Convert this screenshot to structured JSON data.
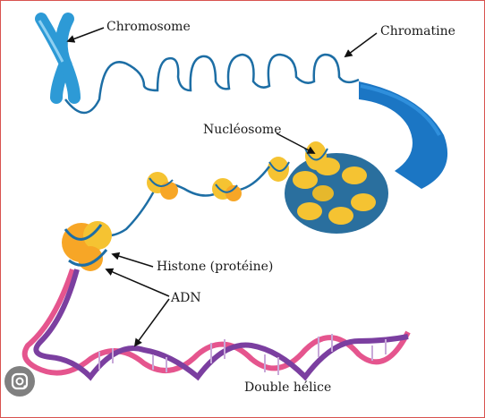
{
  "labels": {
    "chromosome": "Chromosome",
    "chromatine": "Chromatine",
    "nucleosome": "Nucléosome",
    "histone": "Histone (protéine)",
    "adn": "ADN",
    "double_helice": "Double hélice"
  },
  "colors": {
    "chromosome": "#2d9ad6",
    "dna_strand": "#1d6ea5",
    "fiber": "#1b76c4",
    "histone": "#f5c332",
    "histone_orange": "#f7a626",
    "helix_pink": "#e5558e",
    "helix_purple": "#7b3fa0"
  },
  "icons": {
    "lens": "google-lens-icon"
  }
}
